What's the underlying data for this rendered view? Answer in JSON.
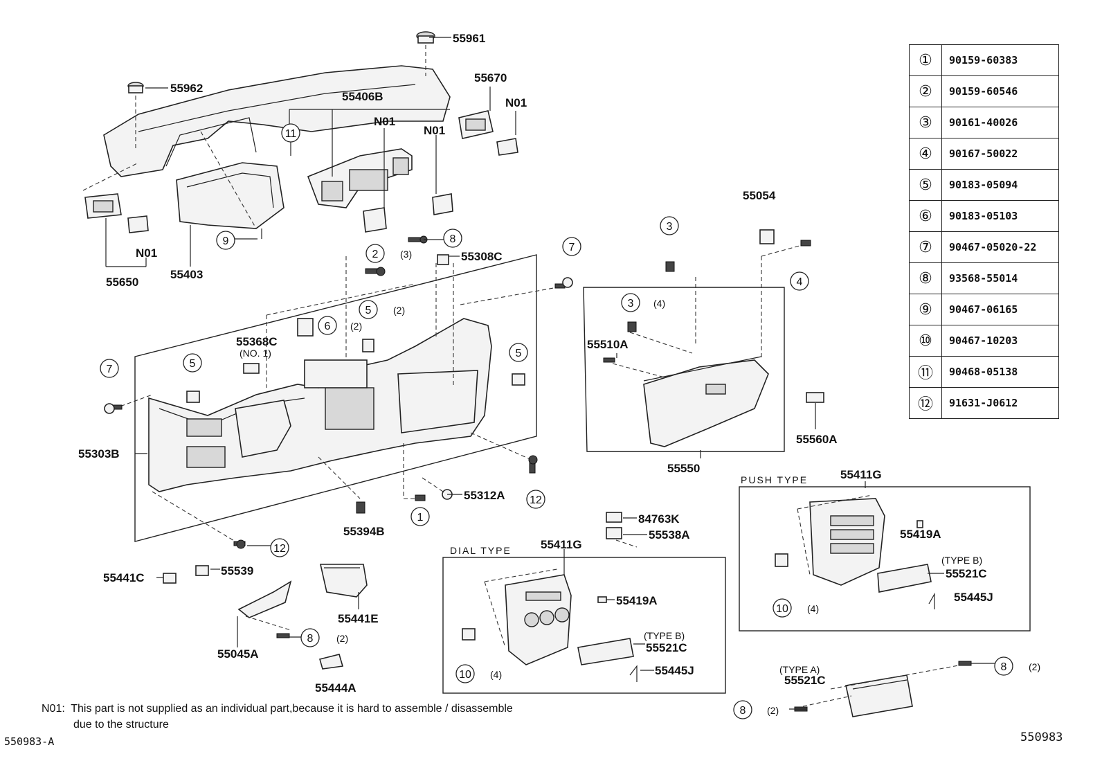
{
  "labels": {
    "l55961": "55961",
    "l55962": "55962",
    "l55406B": "55406B",
    "l55670": "55670",
    "lN01a": "N01",
    "lN01b": "N01",
    "lN01c": "N01",
    "lN01d": "N01",
    "l55650": "55650",
    "l55403": "55403",
    "l55308C": "55308C",
    "l55054": "55054",
    "l55368C": "55368C",
    "lNO1": "(NO. 1)",
    "l55510A": "55510A",
    "l55303B": "55303B",
    "l55560A": "55560A",
    "l55550": "55550",
    "l55312A": "55312A",
    "l55394B": "55394B",
    "l84763K": "84763K",
    "l55538A": "55538A",
    "l55411Gd": "55411G",
    "l55411Gp": "55411G",
    "l55441C": "55441C",
    "l55539": "55539",
    "l55441E": "55441E",
    "l55045A": "55045A",
    "l55444A": "55444A",
    "l55419Ad": "55419A",
    "l55419Ap": "55419A",
    "l55521Cd": "55521C",
    "l55521Cp": "55521C",
    "l55521Ca": "55521C",
    "l55445Jd": "55445J",
    "l55445Jp": "55445J",
    "typeBd": "(TYPE B)",
    "typeBp": "(TYPE B)",
    "typeA": "(TYPE A)",
    "dialType": "DIAL TYPE",
    "pushType": "PUSH TYPE",
    "q2": "(2)",
    "q3": "(3)",
    "q4": "(4)"
  },
  "callouts": [
    "1",
    "2",
    "3",
    "4",
    "5",
    "6",
    "7",
    "8",
    "9",
    "10",
    "11",
    "12"
  ],
  "parts_table": [
    {
      "ref": "①",
      "part_no": "90159-60383"
    },
    {
      "ref": "②",
      "part_no": "90159-60546"
    },
    {
      "ref": "③",
      "part_no": "90161-40026"
    },
    {
      "ref": "④",
      "part_no": "90167-50022"
    },
    {
      "ref": "⑤",
      "part_no": "90183-05094"
    },
    {
      "ref": "⑥",
      "part_no": "90183-05103"
    },
    {
      "ref": "⑦",
      "part_no": "90467-05020-22"
    },
    {
      "ref": "⑧",
      "part_no": "93568-55014"
    },
    {
      "ref": "⑨",
      "part_no": "90467-06165"
    },
    {
      "ref": "⑩",
      "part_no": "90467-10203"
    },
    {
      "ref": "⑪",
      "part_no": "90468-05138"
    },
    {
      "ref": "⑫",
      "part_no": "91631-J0612"
    }
  ],
  "footnote": {
    "marker": "N01:",
    "line1": "This part is not supplied as an individual part,because it is hard to assemble / disassemble",
    "line2": "due to the structure"
  },
  "figure_code_left": "550983-A",
  "figure_code_right": "550983"
}
